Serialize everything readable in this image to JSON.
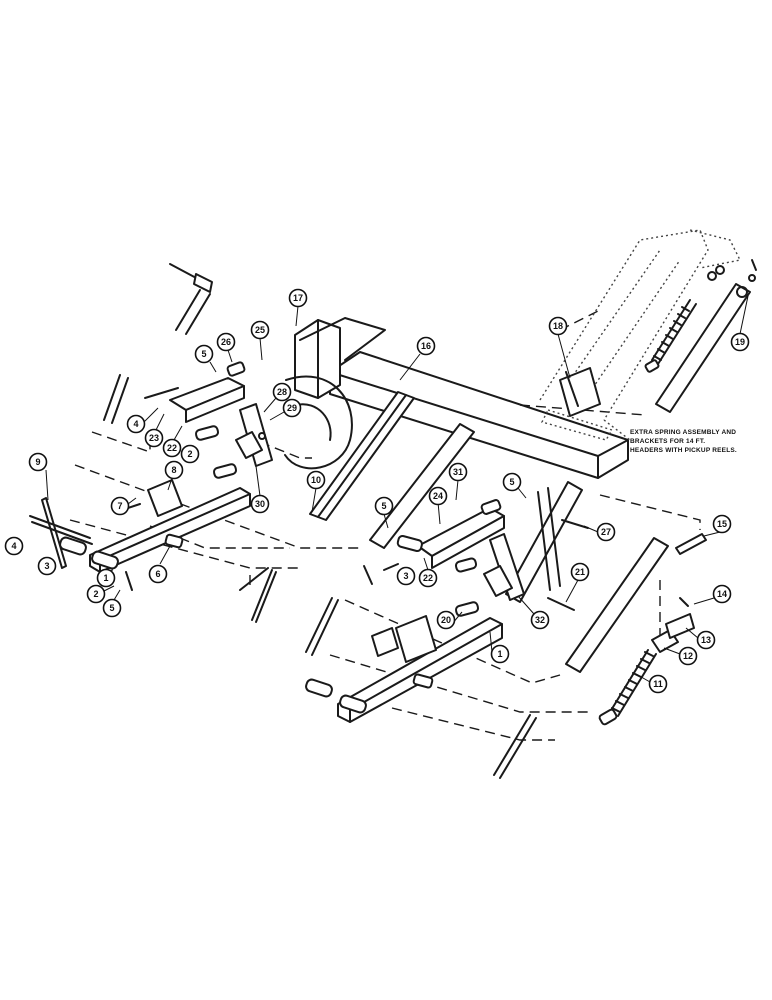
{
  "note": {
    "lines": [
      "EXTRA SPRING ASSEMBLY AND",
      "BRACKETS FOR 14     FT.",
      "HEADERS WITH PICKUP REELS."
    ]
  },
  "callouts": [
    {
      "id": "c1a",
      "label": "1"
    },
    {
      "id": "c1b",
      "label": "1"
    },
    {
      "id": "c2a",
      "label": "2"
    },
    {
      "id": "c2b",
      "label": "2"
    },
    {
      "id": "c3a",
      "label": "3"
    },
    {
      "id": "c3b",
      "label": "3"
    },
    {
      "id": "c4a",
      "label": "4"
    },
    {
      "id": "c4b",
      "label": "4"
    },
    {
      "id": "c5a",
      "label": "5"
    },
    {
      "id": "c5b",
      "label": "5"
    },
    {
      "id": "c5c",
      "label": "5"
    },
    {
      "id": "c5d",
      "label": "5"
    },
    {
      "id": "c6",
      "label": "6"
    },
    {
      "id": "c7",
      "label": "7"
    },
    {
      "id": "c8",
      "label": "8"
    },
    {
      "id": "c9",
      "label": "9"
    },
    {
      "id": "c10",
      "label": "10"
    },
    {
      "id": "c11",
      "label": "11"
    },
    {
      "id": "c12",
      "label": "12"
    },
    {
      "id": "c13",
      "label": "13"
    },
    {
      "id": "c14",
      "label": "14"
    },
    {
      "id": "c15",
      "label": "15"
    },
    {
      "id": "c16",
      "label": "16"
    },
    {
      "id": "c17",
      "label": "17"
    },
    {
      "id": "c18",
      "label": "18"
    },
    {
      "id": "c19",
      "label": "19"
    },
    {
      "id": "c20",
      "label": "20"
    },
    {
      "id": "c21",
      "label": "21"
    },
    {
      "id": "c22a",
      "label": "22"
    },
    {
      "id": "c22b",
      "label": "22"
    },
    {
      "id": "c23",
      "label": "23"
    },
    {
      "id": "c24",
      "label": "24"
    },
    {
      "id": "c25",
      "label": "25"
    },
    {
      "id": "c26",
      "label": "26"
    },
    {
      "id": "c27",
      "label": "27"
    },
    {
      "id": "c28",
      "label": "28"
    },
    {
      "id": "c29",
      "label": "29"
    },
    {
      "id": "c30",
      "label": "30"
    },
    {
      "id": "c31",
      "label": "31"
    },
    {
      "id": "c32",
      "label": "32"
    }
  ]
}
